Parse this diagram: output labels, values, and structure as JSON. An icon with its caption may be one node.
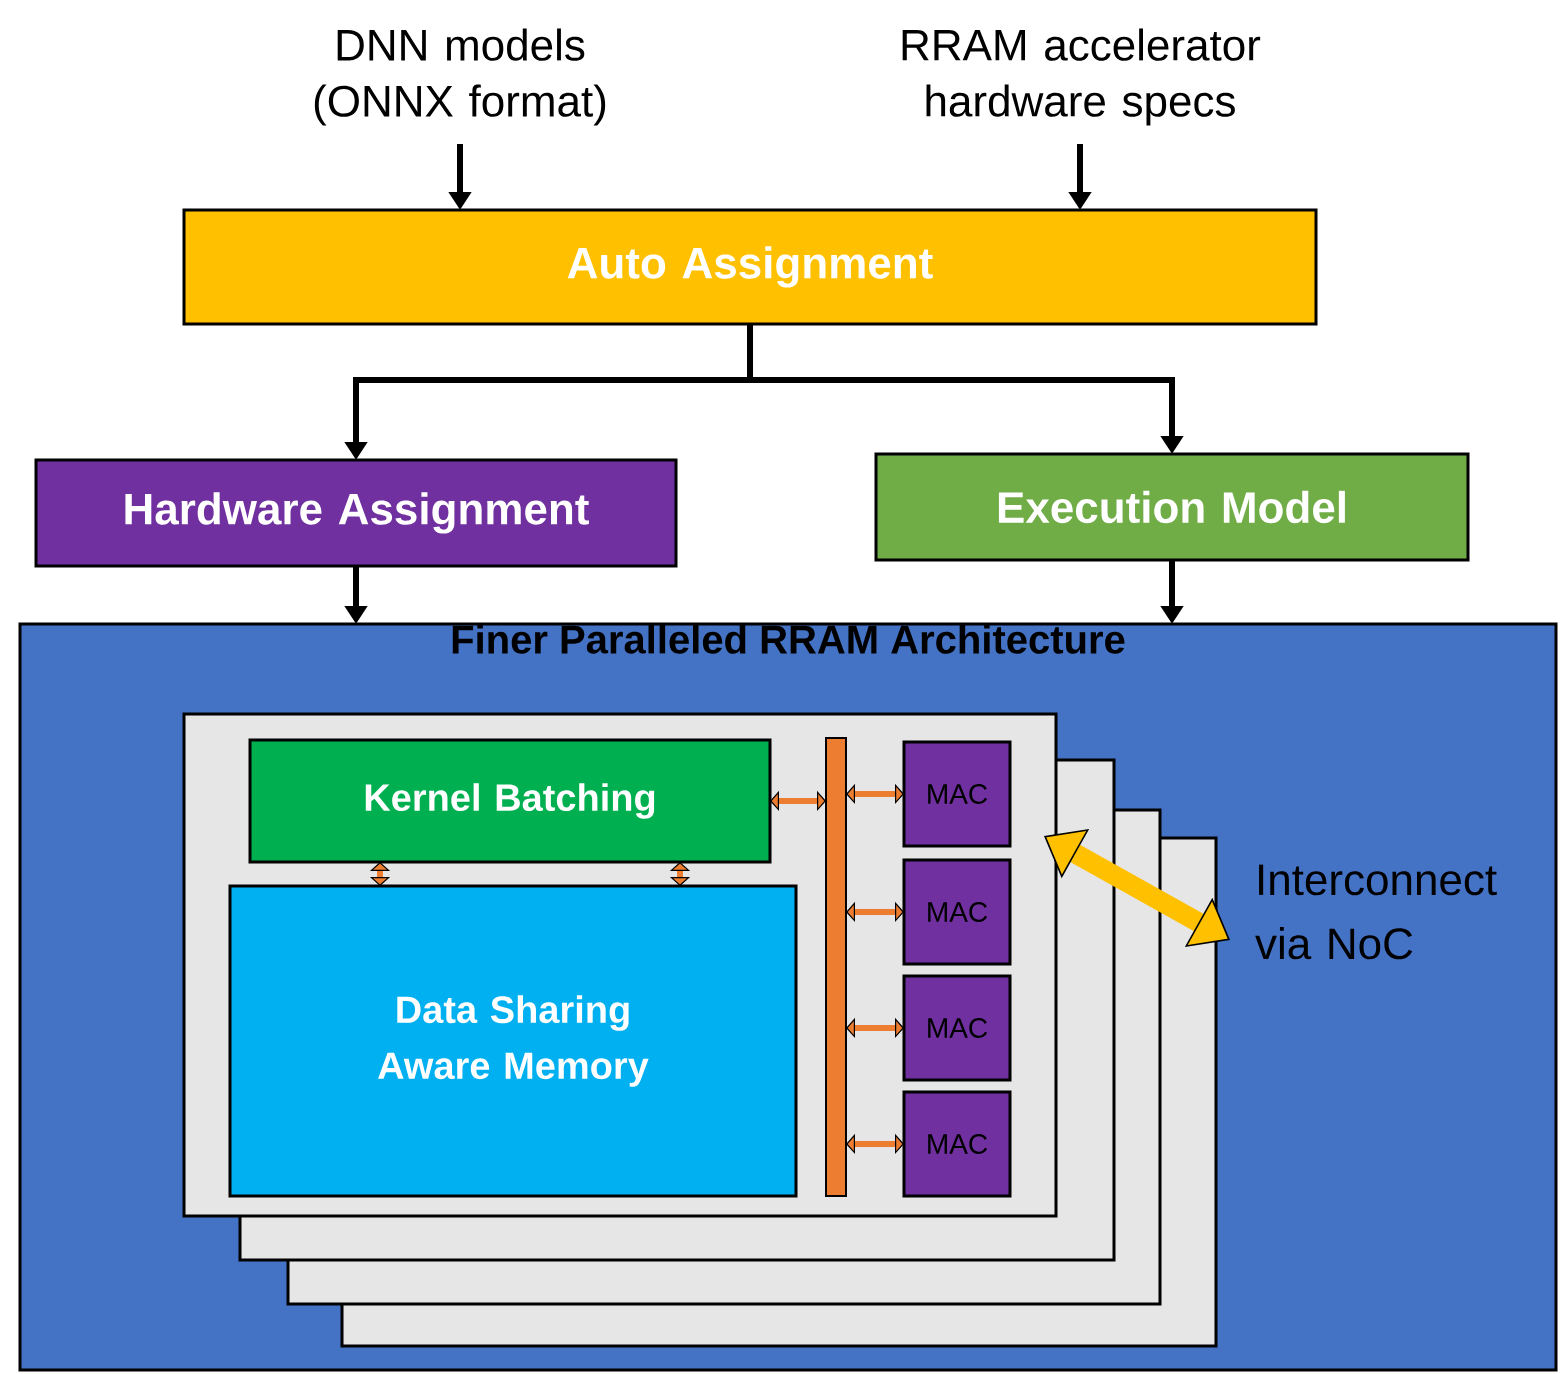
{
  "diagram": {
    "nodes": [
      {
        "text": [
          "DNN models (ONNX format)"
        ]
      },
      {
        "text": [
          "RRAM accelerator hardware specs"
        ]
      },
      {
        "text": [
          "Auto Assignment"
        ]
      },
      {
        "text": [
          "Hardware Assignment"
        ]
      },
      {
        "text": [
          "Execution Model"
        ]
      },
      {
        "text": [
          "Finer Paralleled RRAM Architecture"
        ]
      },
      {
        "text": [],
        "shape": "box",
        "in": 5
      },
      {
        "text": [
          "Kernel Batching"
        ],
        "in": 6
      },
      {
        "text": [
          "Data Sharing Aware Memory"
        ],
        "in": 6
      },
      {
        "text": [],
        "shape": "bar",
        "in": 6
      },
      {
        "text": [
          "MAC"
        ],
        "in": 6
      },
      {
        "text": [
          "MAC"
        ],
        "in": 6
      },
      {
        "text": [
          "MAC"
        ],
        "in": 6
      },
      {
        "text": [
          "MAC"
        ],
        "in": 6
      },
      {
        "text": [
          "Interconnect via NoC"
        ],
        "in": 5
      }
    ],
    "edges": [
      {
        "from": 0,
        "to": 2,
        "arrow": "to",
        "color": "#000000"
      },
      {
        "from": 1,
        "to": 2,
        "arrow": "to",
        "color": "#000000"
      },
      {
        "from": 2,
        "to": 3,
        "arrow": "to",
        "color": "#000000"
      },
      {
        "from": 2,
        "to": 4,
        "arrow": "to",
        "color": "#000000"
      },
      {
        "from": 3,
        "to": 5,
        "arrow": "to",
        "color": "#000000"
      },
      {
        "from": 4,
        "to": 5,
        "arrow": "to",
        "color": "#000000"
      },
      {
        "from": 7,
        "to": 8,
        "arrow": "both",
        "color": "#ed7d31"
      },
      {
        "from": 7,
        "to": 8,
        "arrow": "both",
        "color": "#ed7d31"
      },
      {
        "from": 7,
        "to": 9,
        "arrow": "both",
        "color": "#ed7d31"
      },
      {
        "from": 9,
        "to": 10,
        "arrow": "both",
        "color": "#ed7d31"
      },
      {
        "from": 9,
        "to": 11,
        "arrow": "both",
        "color": "#ed7d31"
      },
      {
        "from": 9,
        "to": 12,
        "arrow": "both",
        "color": "#ed7d31"
      },
      {
        "from": 9,
        "to": 13,
        "arrow": "both",
        "color": "#ed7d31"
      },
      {
        "from": 6,
        "to": 14,
        "arrow": "both",
        "style": "thick",
        "color": "#ffc000"
      }
    ]
  }
}
